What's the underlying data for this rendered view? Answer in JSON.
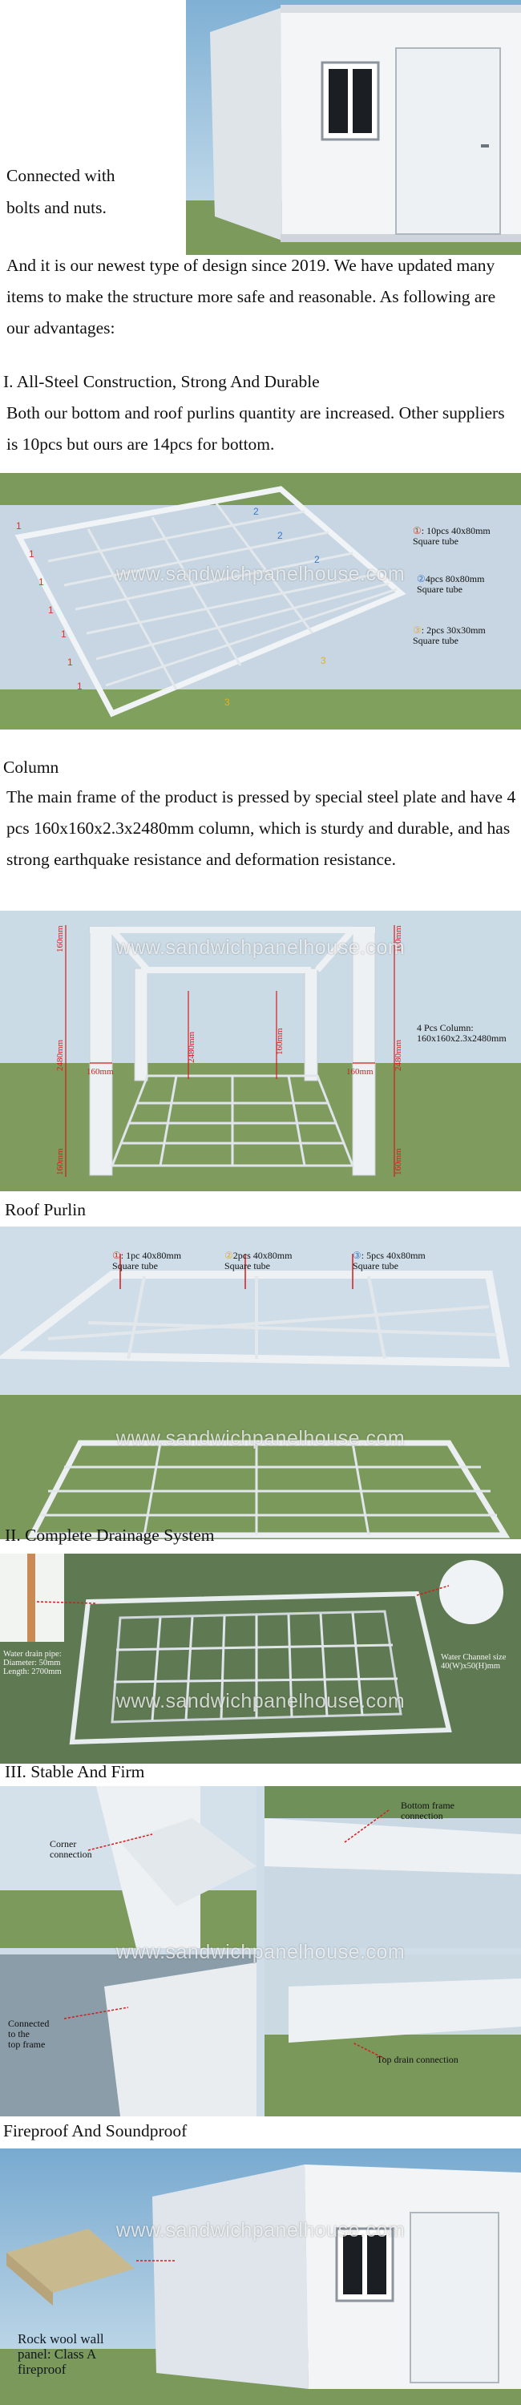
{
  "intro": {
    "connected_line1": "Connected with",
    "connected_line2": "bolts and nuts.",
    "paragraph": "And it is our newest type of design since 2019. We have updated many items to make the structure more safe and reasonable. As following are our advantages:"
  },
  "section1": {
    "heading": "I. All-Steel Construction, Strong And Durable",
    "text": "Both our bottom and roof purlins quantity are increased. Other suppliers is 10pcs but ours are 14pcs for bottom.",
    "legend": [
      {
        "num": "1",
        "line1": ": 10pcs 40x80mm",
        "line2": "Square tube",
        "color": "#e0321e"
      },
      {
        "num": "2",
        "line1": "4pcs 80x80mm",
        "line2": "Square tube",
        "color": "#3a78c8"
      },
      {
        "num": "3",
        "line1": ": 2pcs 30x30mm",
        "line2": "Square tube",
        "color": "#e0b418"
      }
    ]
  },
  "column": {
    "heading": "Column",
    "text": "The main frame of the product is pressed by special steel plate and have 4 pcs 160x160x2.3x2480mm column, which is sturdy and durable, and has strong earthquake resistance and deformation resistance.",
    "dims": {
      "d160": "160mm",
      "d2480": "2480mm"
    },
    "label_line1": "4 Pcs Column:",
    "label_line2": "160x160x2.3x2480mm"
  },
  "roof": {
    "heading": "Roof Purlin",
    "legend": [
      {
        "num": "1",
        "line1": ": 1pc 40x80mm",
        "line2": "Square tube",
        "color": "#e0321e"
      },
      {
        "num": "2",
        "line1": "2pcs 40x80mm",
        "line2": "Square tube",
        "color": "#e0b418"
      },
      {
        "num": "3",
        "line1": ": 5pcs 40x80mm",
        "line2": "Square tube",
        "color": "#3a78c8"
      }
    ]
  },
  "drainage": {
    "heading": "II. Complete Drainage System",
    "pipe_line1": "Water drain pipe:",
    "pipe_line2": "Diameter: 50mm",
    "pipe_line3": "Length: 2700mm",
    "channel_line1": "Water Channel size",
    "channel_line2": "40(W)x50(H)mm"
  },
  "stable": {
    "heading": "III. Stable And Firm",
    "corner_line1": "Corner",
    "corner_line2": "connection",
    "bottom_line1": "Bottom frame",
    "bottom_line2": "connection",
    "connected_line1": "Connected",
    "connected_line2": "to the",
    "connected_line3": "top frame",
    "topdrain": "Top drain connection"
  },
  "fireproof": {
    "heading": "Fireproof And Soundproof",
    "rock_line1": "Rock wool wall",
    "rock_line2": "panel: Class A",
    "rock_line3": "fireproof"
  },
  "watermark": "www.sandwichpanelhouse.com",
  "colors": {
    "steel": "#e9edf1",
    "sky": "#cfe0ec",
    "grass": "#7e9a5c",
    "red": "#d51b1b"
  }
}
